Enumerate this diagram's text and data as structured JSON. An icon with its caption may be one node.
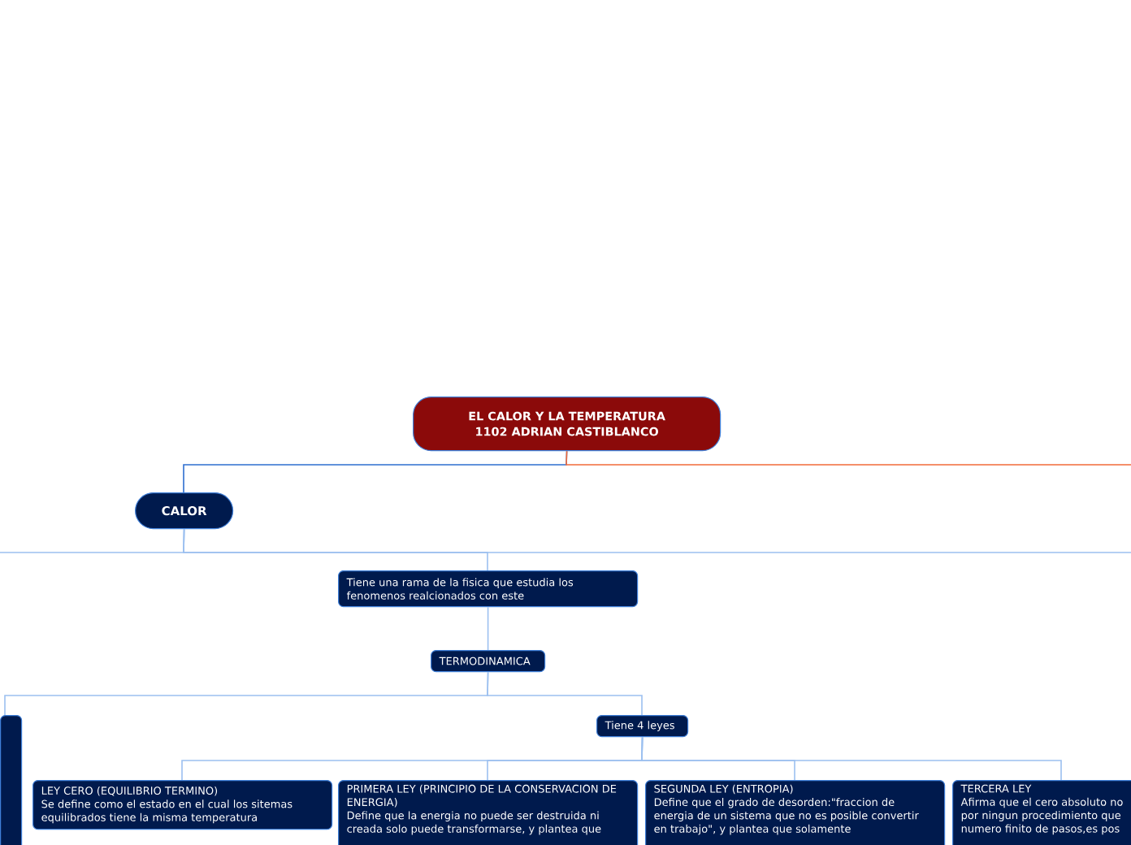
{
  "diagram": {
    "nodes": [
      {
        "text": [
          "EL CALOR Y LA TEMPERATURA 1102 ADRIAN CASTIBLANCO"
        ]
      },
      {
        "text": [
          "CALOR"
        ]
      },
      {
        "text": [
          "Tiene una rama de la fisica que estudia los fenomenos realcionados con este"
        ]
      },
      {
        "text": [
          "TERMODINAMICA"
        ]
      },
      {
        "text": [],
        "shape": "box"
      },
      {
        "text": [
          "Tiene 4 leyes"
        ]
      },
      {
        "text": [
          "LEY CERO (EQUILIBRIO TERMINO)",
          "Se define como el estado en el cual los sitemas equilibrados tiene la misma temperatura"
        ]
      },
      {
        "text": [
          "PRIMERA LEY (PRINCIPIO DE LA CONSERVACION DE ENERGIA)",
          "Define que la energia no puede ser destruida ni creada solo puede transformarse, y plantea que"
        ]
      },
      {
        "text": [
          "SEGUNDA LEY (ENTROPIA)",
          "Define que el grado de desorden:\"fraccion de energia de un sistema que no es posible convertir en trabajo\", y plantea que solamente"
        ]
      },
      {
        "text": [
          "TERCERA LEY",
          "Afirma que el cero absoluto no por ningun procedimiento que numero finito de pasos,es pos"
        ]
      }
    ],
    "edges": [
      {
        "from": 0,
        "to": 1,
        "arrow": "none",
        "color": "#2f6fd0"
      },
      {
        "from": 0,
        "to": null,
        "arrow": "none",
        "color": "#f26b3a"
      },
      {
        "from": 1,
        "to": 2,
        "arrow": "none"
      },
      {
        "from": 1,
        "to": null,
        "arrow": "none"
      },
      {
        "from": 1,
        "to": null,
        "arrow": "none"
      },
      {
        "from": 2,
        "to": 3,
        "arrow": "none"
      },
      {
        "from": 3,
        "to": 4,
        "arrow": "none"
      },
      {
        "from": 3,
        "to": 5,
        "arrow": "none"
      },
      {
        "from": 5,
        "to": 6,
        "arrow": "none"
      },
      {
        "from": 5,
        "to": 7,
        "arrow": "none"
      },
      {
        "from": 5,
        "to": 8,
        "arrow": "none"
      },
      {
        "from": 5,
        "to": 9,
        "arrow": "none"
      }
    ]
  }
}
